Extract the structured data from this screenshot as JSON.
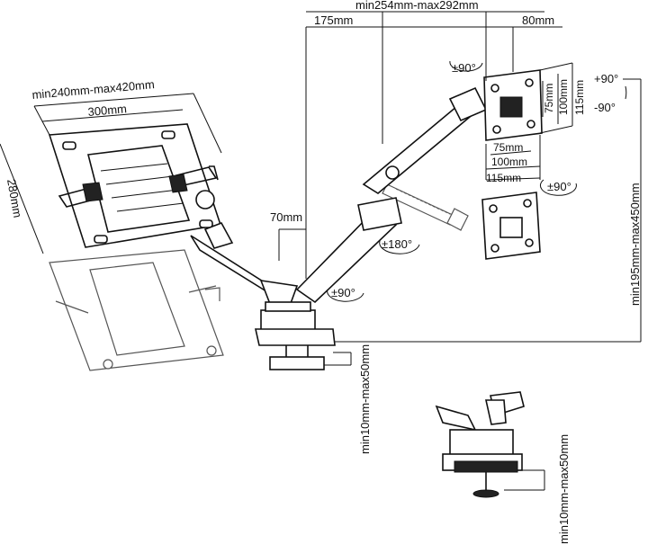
{
  "dimensions": {
    "top_span": "min254mm-max292mm",
    "top_left": "175mm",
    "top_right": "80mm",
    "laptop_width": "min240mm-max420mm",
    "tray_width": "300mm",
    "tray_depth": "280mm",
    "pole_offset": "70mm",
    "height_range": "min195mm-max450mm",
    "clamp_range_main": "min10mm-max50mm",
    "clamp_range_detail": "min10mm-max50mm",
    "vesa_v75": "75mm",
    "vesa_v100": "100mm",
    "vesa_v115": "115mm",
    "vesa_h75": "75mm",
    "vesa_h100": "100mm",
    "vesa_h115": "115mm"
  },
  "rotations": {
    "head_swivel": "±90°",
    "tilt_up": "+90°",
    "tilt_down": "-90°",
    "rotate_right": "±90°",
    "arm_swivel": "±180°",
    "base_swivel": "±90°"
  }
}
